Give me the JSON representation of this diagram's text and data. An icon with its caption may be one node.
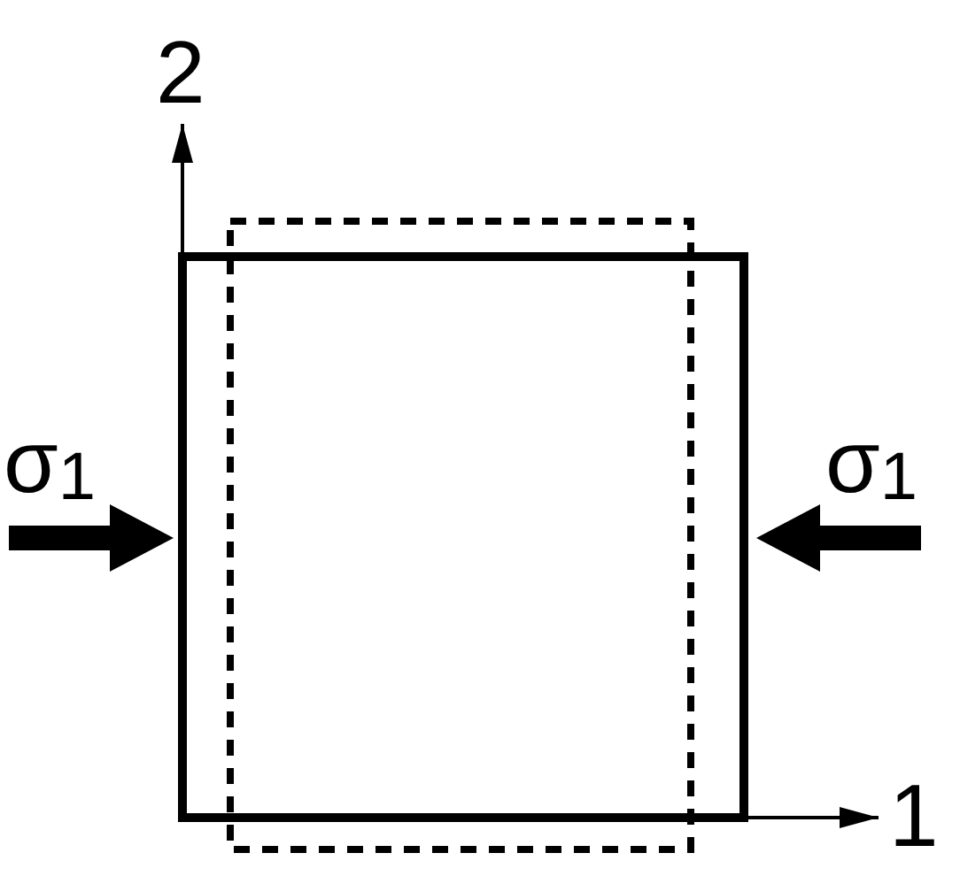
{
  "diagram": {
    "labels": [
      "2",
      "σ$_{1}$",
      "σ$_{1}$",
      "1"
    ]
  }
}
